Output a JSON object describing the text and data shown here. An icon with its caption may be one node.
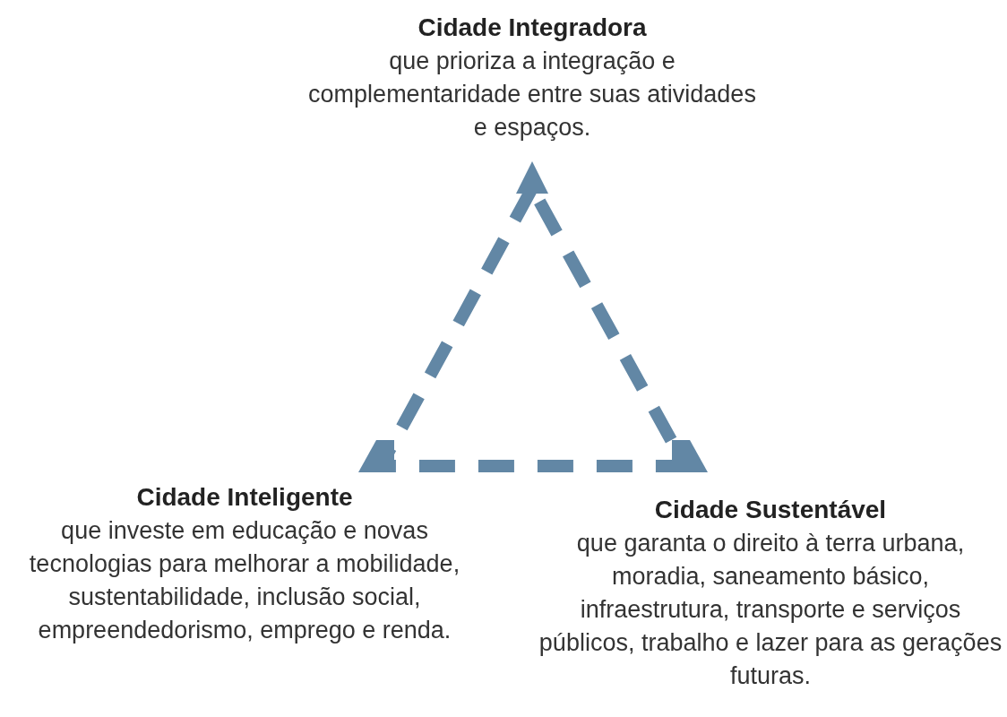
{
  "diagram": {
    "nodes": [
      {
        "text": [
          "Cidade Integradora",
          "que prioriza a integração e complementaridade entre suas atividades e espaços."
        ]
      },
      {
        "text": [
          "Cidade Inteligente",
          "que investe em educação e novas tecnologias para melhorar a mobilidade, sustentabilidade, inclusão social, empreendedorismo, emprego e renda."
        ]
      },
      {
        "text": [
          "Cidade Sustentável",
          "que garanta o direito à terra urbana, moradia, saneamento básico, infraestrutura, transporte e serviços públicos, trabalho e lazer para as gerações futuras."
        ]
      }
    ]
  }
}
